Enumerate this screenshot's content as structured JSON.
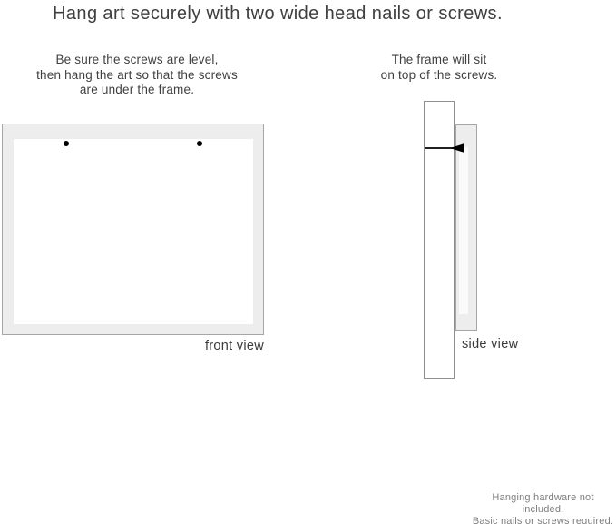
{
  "title": "Hang art securely with two wide head nails or screws.",
  "front_view": {
    "instruction_lines": [
      "Be sure the screws are level,",
      "then hang the art so that the screws",
      "are under the frame."
    ],
    "label": "front view"
  },
  "side_view": {
    "instruction_lines": [
      "The frame will sit",
      "on top of the screws."
    ],
    "label": "side view"
  },
  "footnote_lines": [
    "Hanging hardware not included.",
    "Basic nails or screws required."
  ],
  "colors": {
    "ink": "#3f3f3f",
    "muted": "#7e7e7e",
    "frame_fill": "#ededed",
    "frame_border": "#a6a6a6",
    "wall_border": "#8f8f8f",
    "nail": "#000000"
  }
}
